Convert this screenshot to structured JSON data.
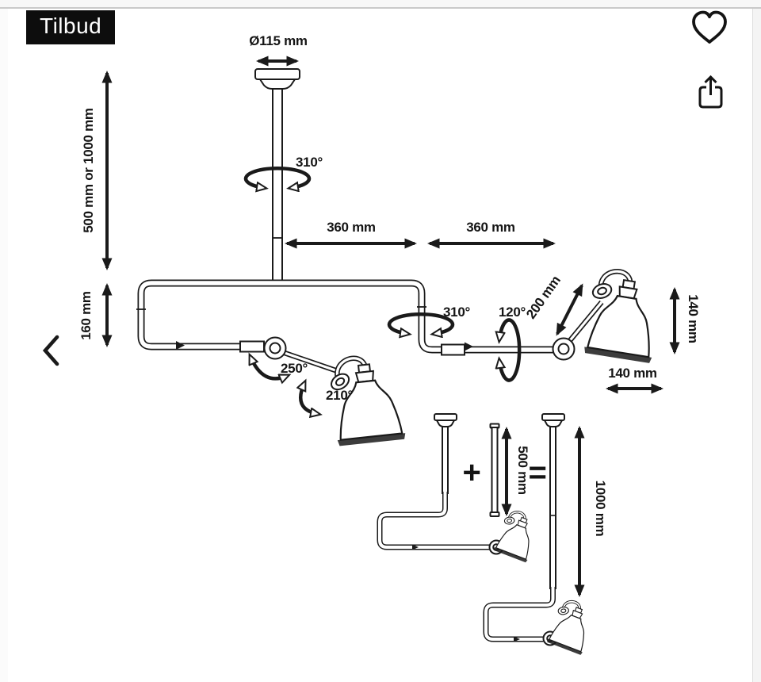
{
  "header": {
    "badge_label": "Tilbud"
  },
  "icons": {
    "favorite": "heart-outline-icon",
    "share": "share-up-arrow-icon",
    "back": "chevron-left-icon"
  },
  "colors": {
    "background": "#ffffff",
    "topbar": "#f7f7f7",
    "divider": "#c9c9c9",
    "badge_bg": "#0d0d0d",
    "badge_text": "#ffffff",
    "ink": "#1a1a1a",
    "side_strip": "#f4f4f4"
  },
  "diagram": {
    "description": "technical dimension drawing of double-arm ceiling lamp",
    "labels": {
      "canopy_diameter": "Ø115 mm",
      "rod_length_options": "500 mm or 1000 mm",
      "frame_height": "160 mm",
      "arm_left_length": "360 mm",
      "arm_right_length": "360 mm",
      "rod_rotation": "310°",
      "frame_rotation": "310°",
      "arm_rotation": "120°",
      "head_arm_length": "200 mm",
      "shade_height": "140 mm",
      "shade_diameter": "140 mm",
      "elbow_tilt": "250°",
      "shade_tilt": "210°",
      "plus_sign": "+",
      "equals_sign": "=",
      "extension_rod_length": "500 mm",
      "total_drop": "1000 mm"
    }
  }
}
